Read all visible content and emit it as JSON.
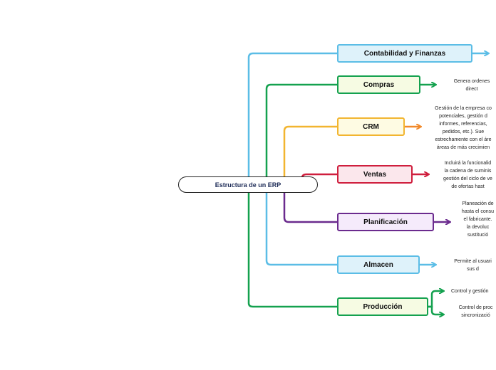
{
  "root": {
    "label": "Estructura de un ERP"
  },
  "branches": {
    "contabilidad": {
      "label": "Contabilidad y Finanzas",
      "color": "#5bbde6",
      "fill": "#def2fa"
    },
    "compras": {
      "label": "Compras",
      "color": "#14a14f",
      "fill": "#f6fbe3",
      "note": "Genera ordenes\ndirect"
    },
    "crm": {
      "label": "CRM",
      "color": "#f2b530",
      "fill": "#fefbe3",
      "note": "Gestión de la empresa co\npotenciales, gestión d\ninformes, referencias,\npedidos, etc.). Sue\nestrechamente con el áre\náreas de más crecimien"
    },
    "ventas": {
      "label": "Ventas",
      "color": "#cf1e3d",
      "fill": "#fbe7ec",
      "note": "Incluirá la funcionalid\nla cadena de suminis\ngestión del ciclo de ve\nde ofertas hast"
    },
    "planificacion": {
      "label": "Planificación",
      "color": "#6b2b8e",
      "fill": "#f5ebfb",
      "note": "Planeación de\nhasta el consu\nel fabricante.\nla devoluc\nsustitució"
    },
    "almacen": {
      "label": "Almacen",
      "color": "#5bbde6",
      "fill": "#def2fa",
      "note": "Permite al usuari\nsus d"
    },
    "produccion": {
      "label": "Producción",
      "color": "#14a14f",
      "fill": "#f6fbe3",
      "note_1": "Control y gestión",
      "note_2": "Control de proc\nsincronizació"
    }
  }
}
